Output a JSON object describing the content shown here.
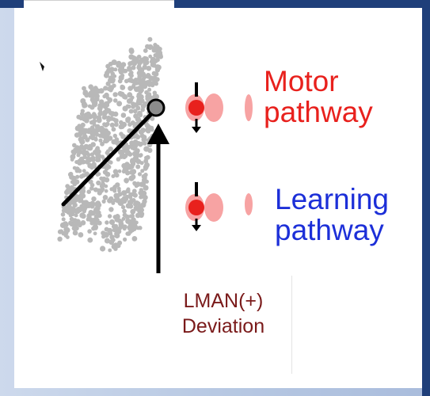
{
  "labels": {
    "motor_line1": "Motor",
    "motor_line2": "pathway",
    "learning_line1": "Learning",
    "learning_line2": "pathway",
    "lman_line1": "LMAN(+)",
    "lman_line2": "Deviation"
  },
  "colors": {
    "motor": "#e8211d",
    "learning": "#1c2fd8",
    "lman": "#7a1a1a",
    "scatter": "#b8b8b8",
    "neuron": "#e8211d",
    "neuron_halo": "#f7a3a3",
    "frame": "#1f3f7a"
  }
}
